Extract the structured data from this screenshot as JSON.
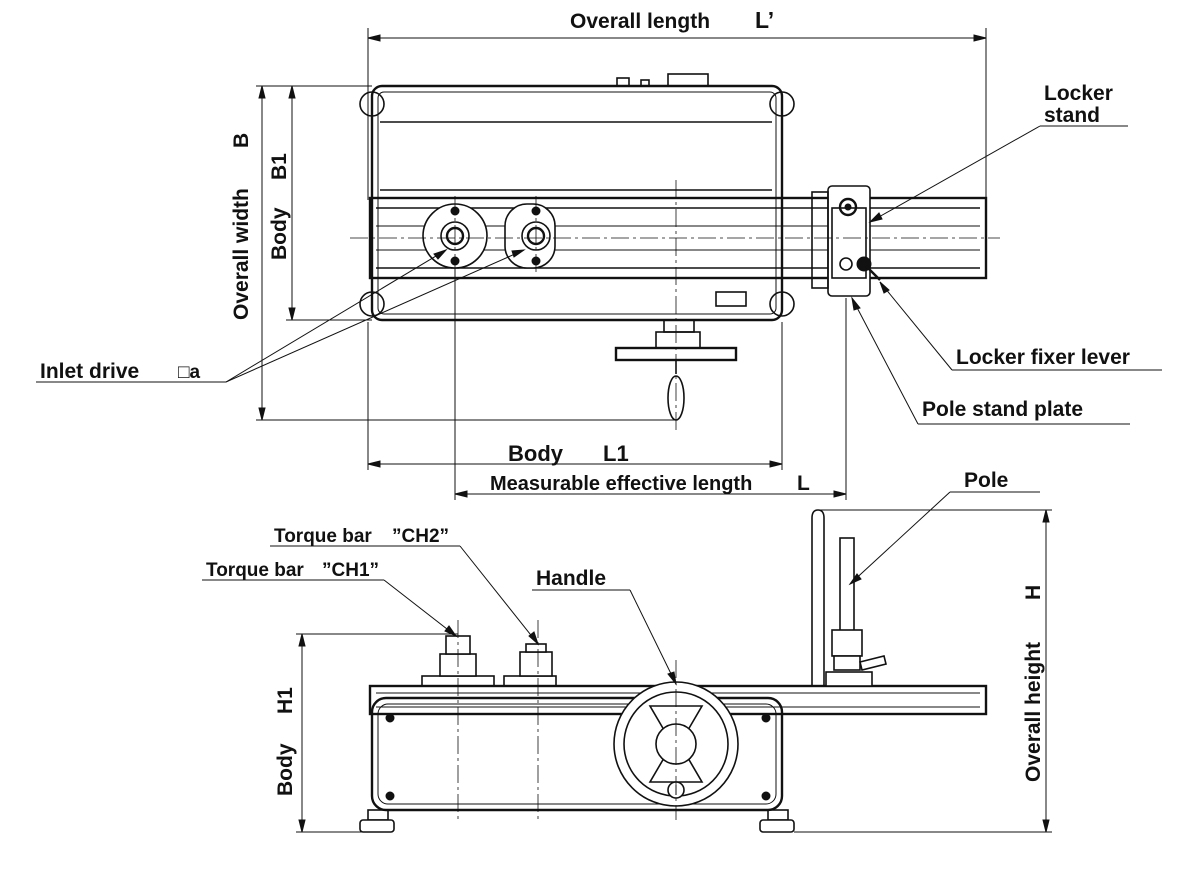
{
  "labels": {
    "overall_length": "Overall length",
    "overall_length_sym": "L’",
    "locker_stand_1": "Locker",
    "locker_stand_2": "stand",
    "overall_width": "Overall width",
    "overall_width_sym": "B",
    "body_b1": "Body",
    "body_b1_sym": "B1",
    "inlet_drive": "Inlet drive",
    "inlet_drive_sym": "□a",
    "locker_fixer_lever": "Locker fixer lever",
    "pole_stand_plate": "Pole stand plate",
    "body_l1": "Body",
    "body_l1_sym": "L1",
    "measurable_length": "Measurable effective length",
    "measurable_length_sym": "L",
    "torque_bar_ch2": "Torque bar",
    "torque_bar_ch2_sym": "”CH2”",
    "torque_bar_ch1": "Torque bar",
    "torque_bar_ch1_sym": "”CH1”",
    "handle": "Handle",
    "pole": "Pole",
    "body_h1": "Body",
    "body_h1_sym": "H1",
    "overall_height": "Overall height",
    "overall_height_sym": "H"
  }
}
